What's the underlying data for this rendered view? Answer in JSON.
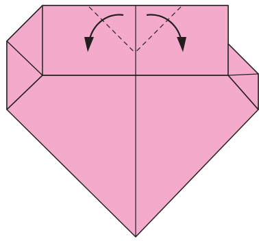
{
  "diagram": {
    "type": "origami-fold-step",
    "paper_color": "#f3aacb",
    "line_color": "#231f20",
    "background": "#ffffff",
    "fold_lines": {
      "valley_dashed_count": 2
    },
    "arrows": [
      {
        "name": "left-fold-arrow",
        "direction": "fold-down-left"
      },
      {
        "name": "right-fold-arrow",
        "direction": "fold-down-right"
      }
    ]
  }
}
